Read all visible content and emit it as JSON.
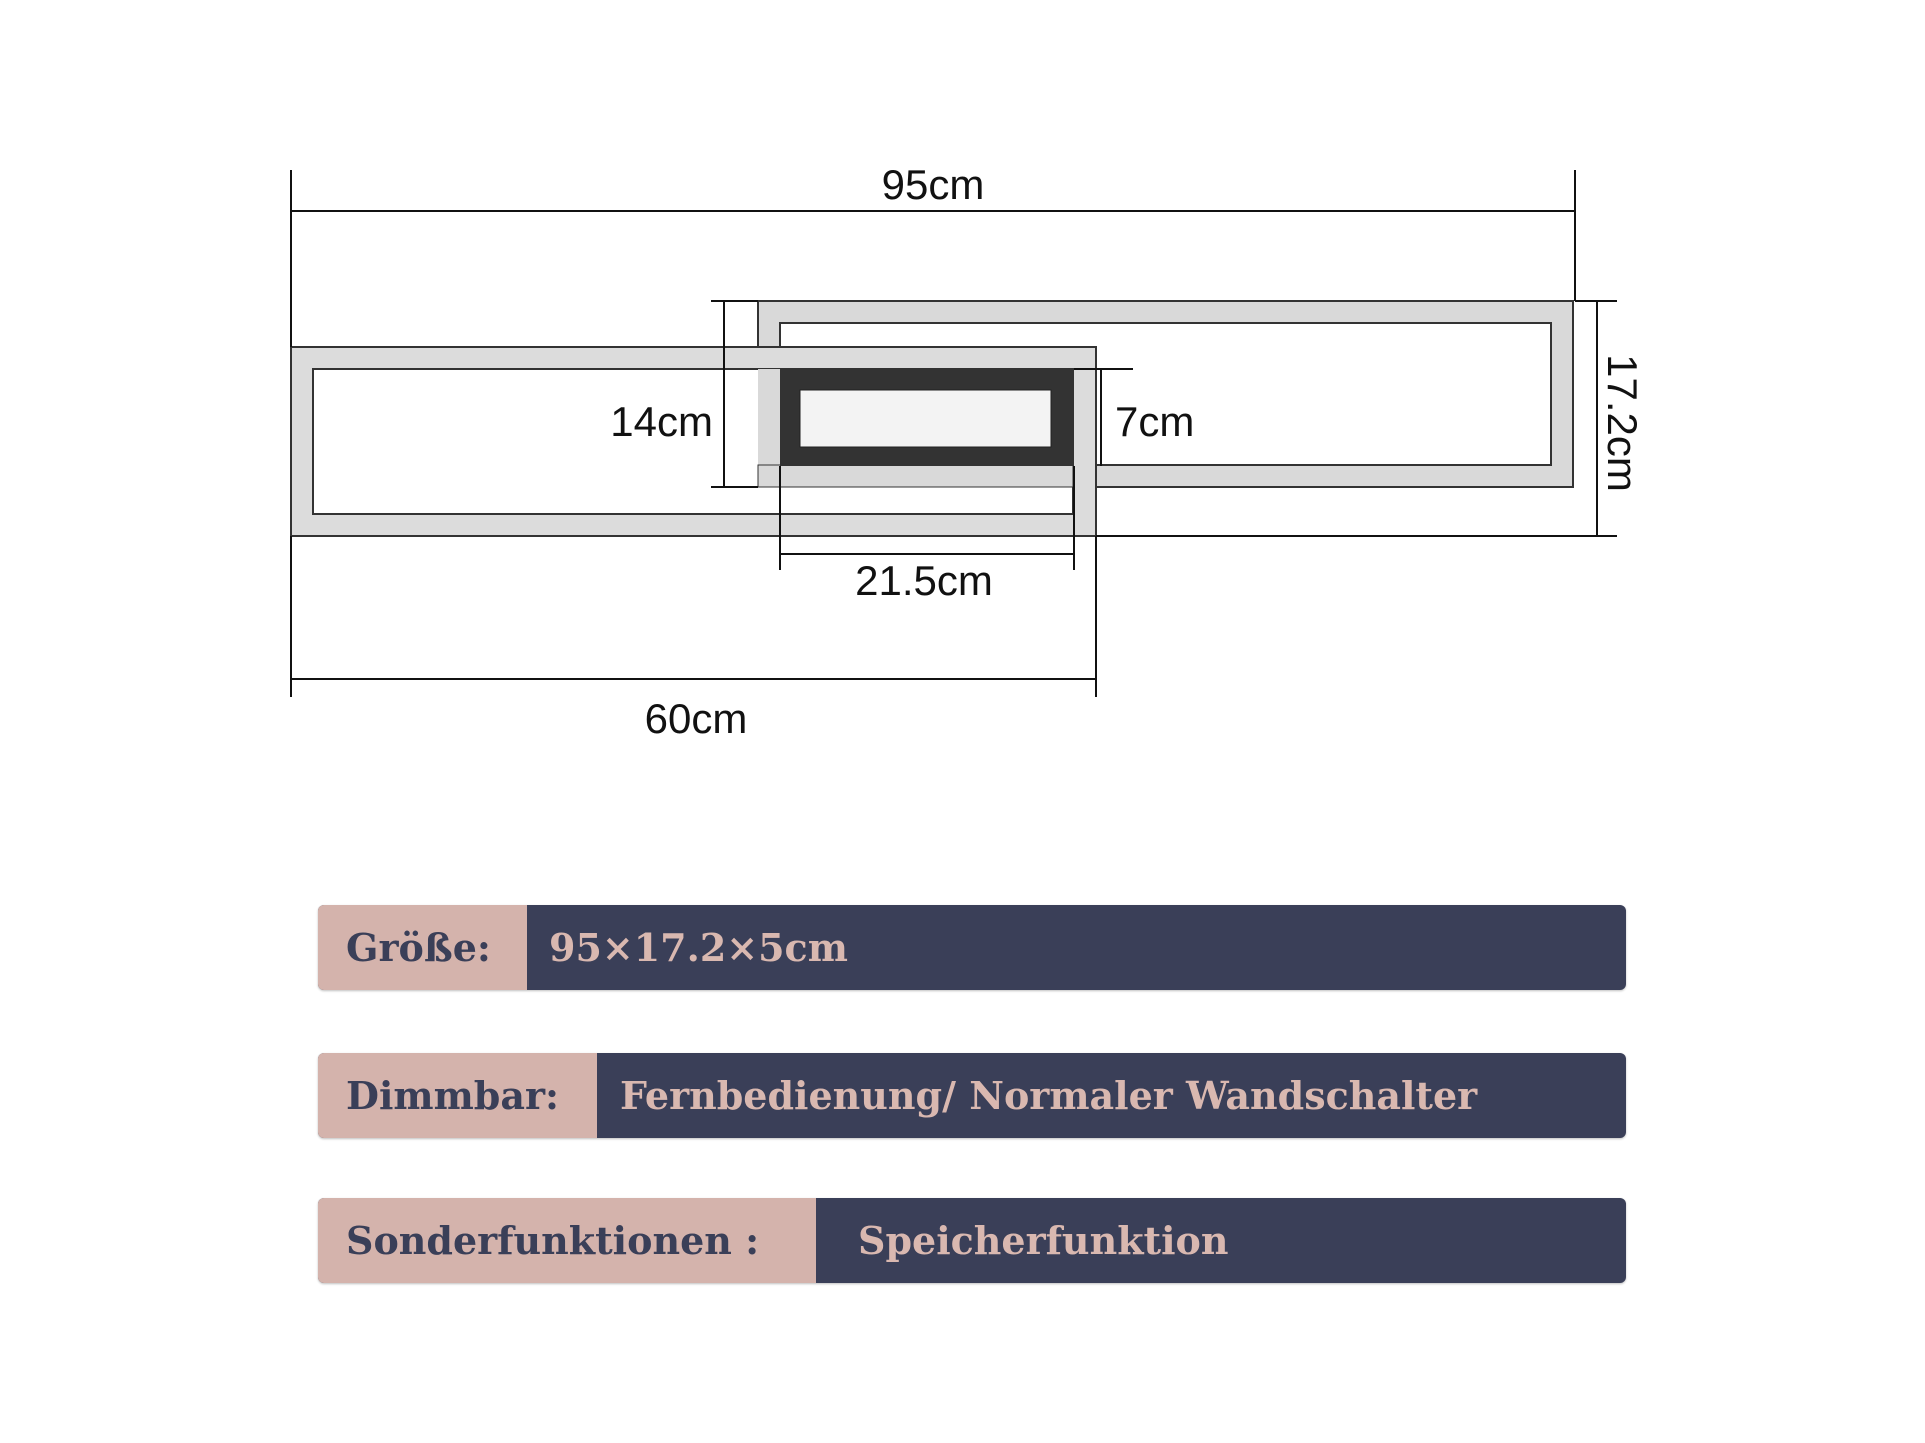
{
  "dimensions": {
    "total_length": "95cm",
    "height_frame": "14cm",
    "center_height": "7cm",
    "total_depth": "17.2cm",
    "center_width": "21.5cm",
    "frame_length": "60cm"
  },
  "specs": [
    {
      "label": "Größe:",
      "value": "95×17.2×5cm"
    },
    {
      "label": "Dimmbar:",
      "value": "Fernbedienung/ Normaler Wandschalter"
    },
    {
      "label": "Sonderfunktionen :",
      "value": "Speicherfunktion"
    }
  ],
  "colors": {
    "label_bg": "#d4b3ac",
    "value_bg": "#3a3f58"
  }
}
